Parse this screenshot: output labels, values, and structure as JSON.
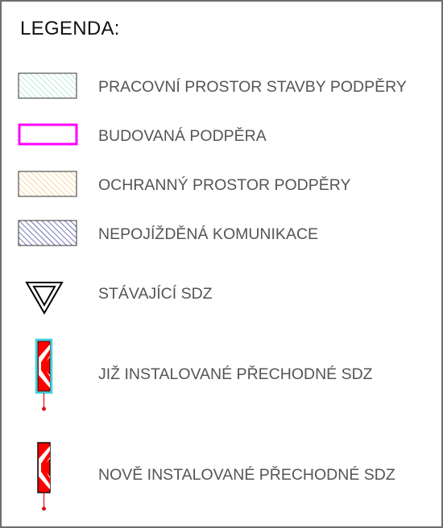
{
  "legend": {
    "title": "LEGENDA:",
    "items": [
      {
        "label": "PRACOVNÍ PROSTOR STAVBY PODPĚRY",
        "symbol": "hatch-rect-mint",
        "color": "#7fd9b5"
      },
      {
        "label": "BUDOVANÁ PODPĚRA",
        "symbol": "outline-rect-magenta",
        "color": "#ff00ff"
      },
      {
        "label": "OCHRANNÝ PROSTOR PODPĚRY",
        "symbol": "hatch-rect-orange",
        "color": "#f0b040"
      },
      {
        "label": "NEPOJÍŽDĚNÁ KOMUNIKACE",
        "symbol": "hatch-rect-navy",
        "color": "#1a1a8c"
      },
      {
        "label": "STÁVAJÍCÍ SDZ",
        "symbol": "yield-triangle-icon",
        "color": "#000000"
      },
      {
        "label": "JIŽ INSTALOVANÉ PŘECHODNÉ SDZ",
        "symbol": "chevron-board-installed-icon",
        "color": "#ff0000",
        "highlight": "#3fd3e0"
      },
      {
        "label": "NOVĚ INSTALOVANÉ PŘECHODNÉ SDZ",
        "symbol": "chevron-board-new-icon",
        "color": "#ff0000"
      }
    ]
  }
}
